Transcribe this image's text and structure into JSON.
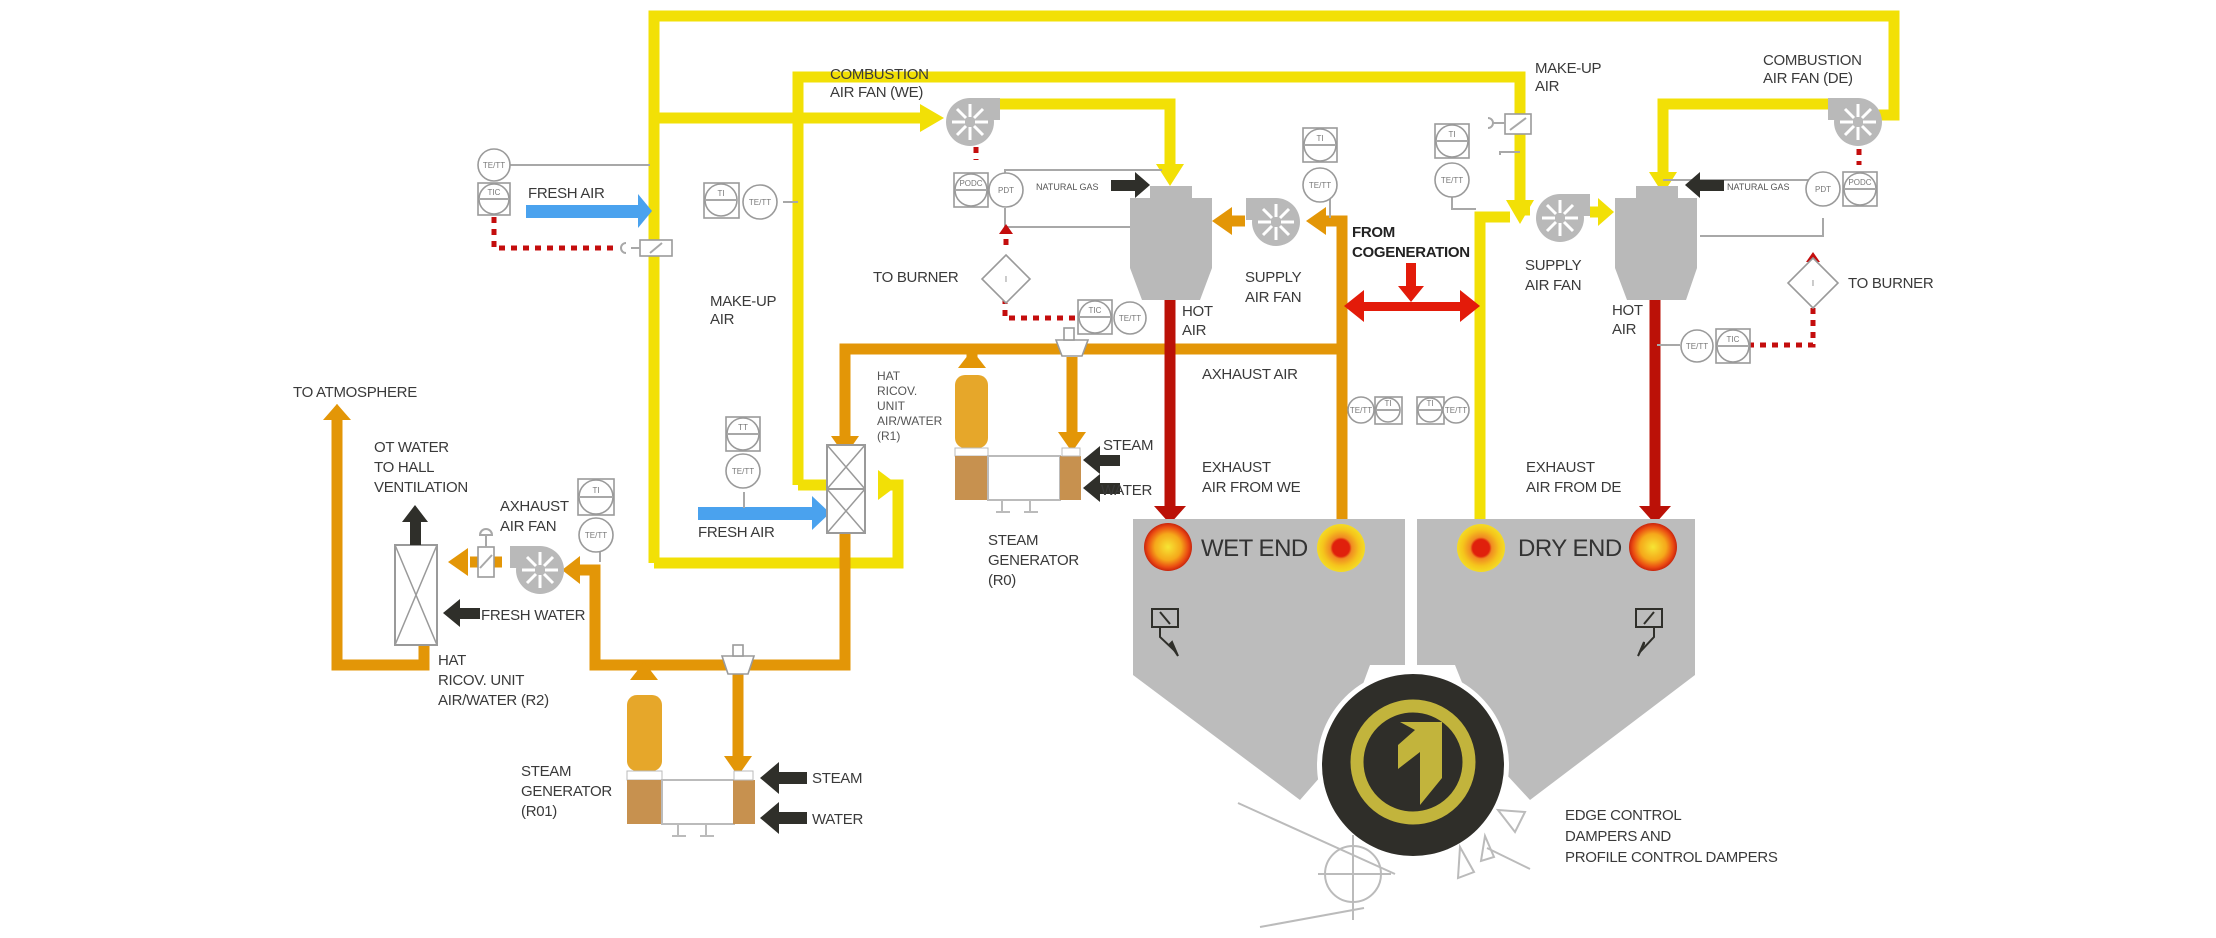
{
  "diagram": {
    "title": "Air system diagram - hood with wet end and dry end",
    "colors": {
      "make_up_air": "#f2e006",
      "exhaust_air": "#e39607",
      "hot_air": "#bb1107",
      "fresh_air": "#4aa2ee",
      "cogeneration": "#e31b0a",
      "inputs": "#2f2f2a",
      "equipment": "#b9b9b9",
      "signal": "#c40d0d",
      "logo_bg": "#2f2e29",
      "logo_fg": "#c2b43c"
    },
    "labels": {
      "comb_fan_we": [
        "COMBUSTION",
        "AIR FAN (WE)"
      ],
      "comb_fan_de": [
        "COMBUSTION",
        "AIR FAN (DE)"
      ],
      "make_up_air_top": [
        "MAKE-UP",
        "AIR"
      ],
      "make_up_air_left": [
        "MAKE-UP",
        "AIR"
      ],
      "fresh_air_top": "FRESH AIR",
      "fresh_air_bottom": "FRESH AIR",
      "natural_gas_we": "NATURAL GAS",
      "natural_gas_de": "NATURAL GAS",
      "to_burner_we": "TO BURNER",
      "to_burner_de": "TO BURNER",
      "supply_fan_we": [
        "SUPPLY",
        "AIR FAN"
      ],
      "supply_fan_de": [
        "SUPPLY",
        "AIR FAN"
      ],
      "from_cogeneration": [
        "FROM",
        "COGENERATION"
      ],
      "hot_air_we": [
        "HOT",
        "AIR"
      ],
      "hot_air_de": [
        "HOT",
        "AIR"
      ],
      "axhaust_air": "AXHAUST AIR",
      "exhaust_we": [
        "EXHAUST",
        "AIR FROM WE"
      ],
      "exhaust_de": [
        "EXHAUST",
        "AIR FROM DE"
      ],
      "hat_r1": [
        "HAT",
        "RICOV.",
        "UNIT",
        "AIR/WATER",
        "(R1)"
      ],
      "steam_gen_r0": [
        "STEAM",
        "GENERATOR",
        "(R0)"
      ],
      "steam_r0": "STEAM",
      "water_r0": "WATER",
      "to_atmosphere": "TO ATMOSPHERE",
      "ot_water": [
        "OT WATER",
        "TO HALL",
        "VENTILATION"
      ],
      "axhaust_fan": [
        "AXHAUST",
        "AIR FAN"
      ],
      "fresh_water": "FRESH WATER",
      "hat_r2": [
        "HAT",
        "RICOV. UNIT",
        "AIR/WATER (R2)"
      ],
      "steam_gen_r01": [
        "STEAM",
        "GENERATOR",
        "(R01)"
      ],
      "steam_r01": "STEAM",
      "water_r01": "WATER",
      "wet_end": "WET END",
      "dry_end": "DRY END",
      "dampers": [
        "EDGE CONTROL",
        "DAMPERS AND",
        "PROFILE CONTROL DAMPERS"
      ]
    },
    "instruments": {
      "te_tt": "TE/TT",
      "tic": "TIC",
      "ti": "TI",
      "tt": "TT",
      "pdt": "PDT",
      "podc": "PODC",
      "i": "I"
    }
  }
}
